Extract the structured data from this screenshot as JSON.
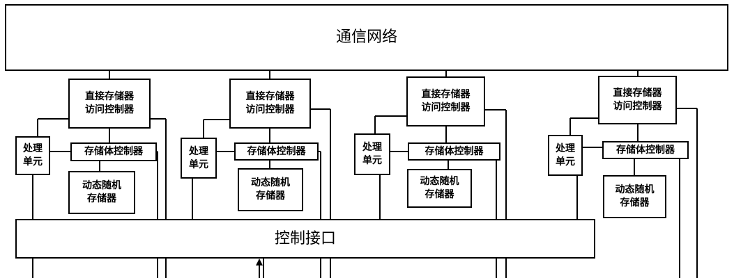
{
  "network": {
    "label": "通信网络"
  },
  "control_interface": {
    "label": "控制接口"
  },
  "nodes": [
    {
      "dma": "直接存储器\n访问控制器",
      "pu": "处理\n单元",
      "mem_ctrl": "存储体控制器",
      "dram": "动态随机\n存储器"
    },
    {
      "dma": "直接存储器\n访问控制器",
      "pu": "处理\n单元",
      "mem_ctrl": "存储体控制器",
      "dram": "动态随机\n存储器"
    },
    {
      "dma": "直接存储器\n访问控制器",
      "pu": "处理\n单元",
      "mem_ctrl": "存储体控制器",
      "dram": "动态随机\n存储器"
    },
    {
      "dma": "直接存储器\n访问控制器",
      "pu": "处理\n单元",
      "mem_ctrl": "存储体控制器",
      "dram": "动态随机\n存储器"
    }
  ]
}
